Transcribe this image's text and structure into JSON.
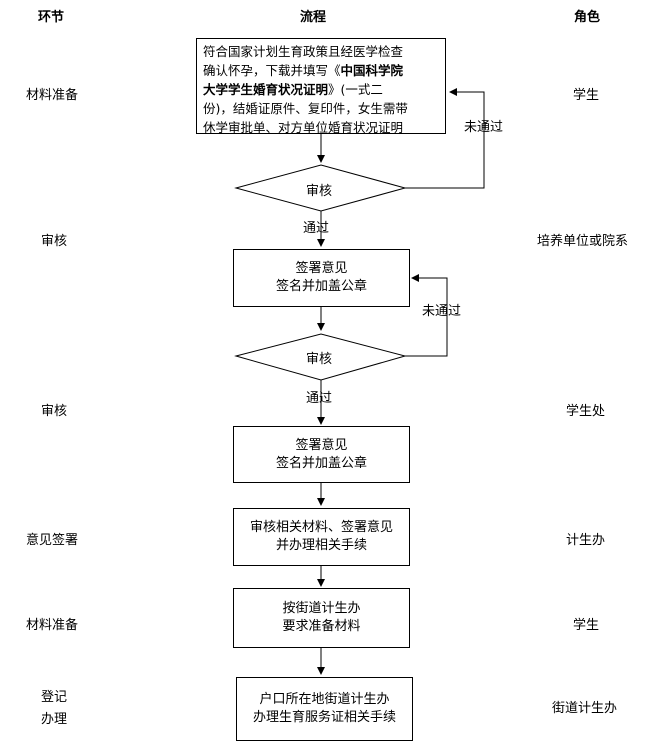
{
  "headers": {
    "stage": "环节",
    "process": "流程",
    "role": "角色"
  },
  "stages": [
    "材料准备",
    "审核",
    "审核",
    "意见签署",
    "材料准备",
    "登记",
    "办理"
  ],
  "roles": [
    "学生",
    "培养单位或院系",
    "学生处",
    "计生办",
    "学生",
    "街道计生办"
  ],
  "flow": {
    "box1": {
      "line1": "符合国家计划生育政策且经医学检查",
      "line2a": "确认怀孕，下载并填写《",
      "line2b": "中国科学院",
      "line3a": "大学学生婚育状况证明",
      "line3b": "》(一式二",
      "line4": "份)，结婚证原件、复印件，女生需带",
      "line5": "休学审批单、对方单位婚育状况证明"
    },
    "diamond1": "审核",
    "diamond2": "审核",
    "pass": "通过",
    "fail": "未通过",
    "box2": {
      "line1": "签署意见",
      "line2": "签名并加盖公章"
    },
    "box3": {
      "line1": "签署意见",
      "line2": "签名并加盖公章"
    },
    "box4": {
      "line1": "审核相关材料、签署意见",
      "line2": "并办理相关手续"
    },
    "box5": {
      "line1": "按街道计生办",
      "line2": "要求准备材料"
    },
    "box6": {
      "line1": "户口所在地街道计生办",
      "line2": "办理生育服务证相关手续"
    }
  }
}
